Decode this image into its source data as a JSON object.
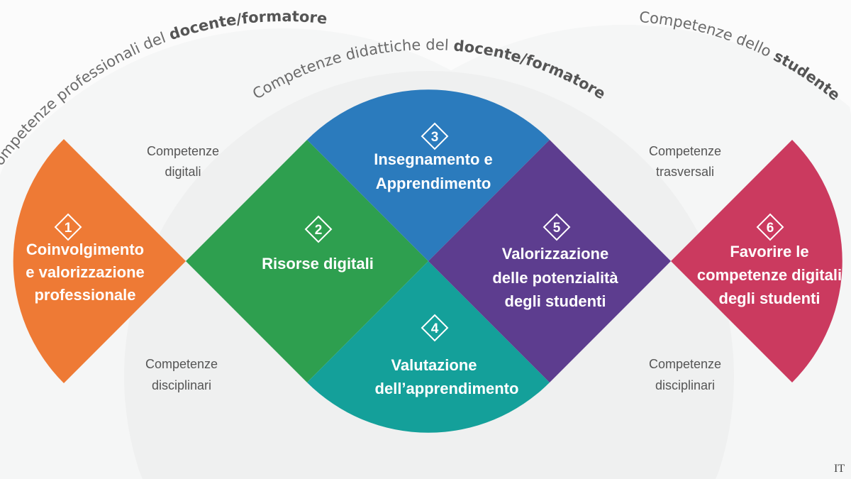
{
  "headers": [
    {
      "normal": "Competenze professionali del ",
      "bold": "docente/formatore"
    },
    {
      "normal": "Competenze didattiche del ",
      "bold": "docente/formatore"
    },
    {
      "normal": "Competenze dello ",
      "bold": "studente"
    }
  ],
  "areas": [
    {
      "number": "1",
      "lines": [
        "Coinvolgimento",
        "e valorizzazione",
        "professionale"
      ],
      "color": "#ee7a35"
    },
    {
      "number": "2",
      "lines": [
        "Risorse digitali"
      ],
      "color": "#2e9f4f"
    },
    {
      "number": "3",
      "lines": [
        "Insegnamento e",
        "Apprendimento"
      ],
      "color": "#2b7bbd"
    },
    {
      "number": "4",
      "lines": [
        "Valutazione",
        "dell’apprendimento"
      ],
      "color": "#14a09a"
    },
    {
      "number": "5",
      "lines": [
        "Valorizzazione",
        "delle potenzialità",
        "degli studenti"
      ],
      "color": "#5d3d8f"
    },
    {
      "number": "6",
      "lines": [
        "Favorire le",
        "competenze digitali",
        "degli studenti"
      ],
      "color": "#cb3a5f"
    }
  ],
  "side_labels": [
    [
      "Competenze",
      "digitali"
    ],
    [
      "Competenze",
      "disciplinari"
    ],
    [
      "Competenze",
      "trasversali"
    ],
    [
      "Competenze",
      "disciplinari"
    ]
  ],
  "language": "IT"
}
